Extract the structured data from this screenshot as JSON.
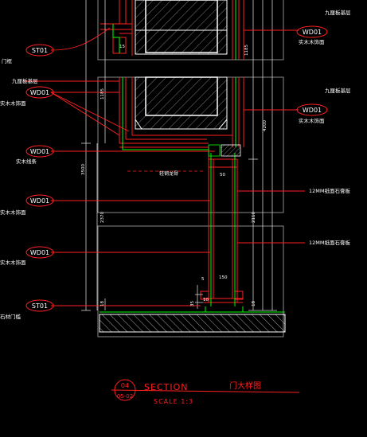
{
  "tags": {
    "st01_top": "ST01",
    "wd01_a": "WD01",
    "wd01_b": "WD01",
    "wd01_c": "WD01",
    "wd01_d": "WD01",
    "st01_bottom": "ST01",
    "wd01_right": "WD01"
  },
  "notes_left": {
    "door_frame": "门框",
    "nine_ply_base": "九厘板基层",
    "veneer_1": "实木木饰面",
    "solid_wood_line": "实木线条",
    "veneer_2": "实木木饰面",
    "veneer_3": "实木木饰面",
    "stone_threshold": "石材门槛"
  },
  "notes_right": {
    "nine_ply_base_top": "九厘板基层",
    "veneer_top": "实木木饰面",
    "nine_ply_base_mid": "九厘板基层",
    "veneer_mid": "实木木饰面",
    "gypsum_12mm_a": "12MM纸面石膏板",
    "gypsum_12mm_b": "12MM纸面石膏板"
  },
  "dimensions": {
    "d15": "15",
    "d1185": "1185",
    "d1185b": "1185",
    "d3500": "3500",
    "d2370": "2370",
    "d4200": "4200",
    "d2110": "2110",
    "d18": "18",
    "d18b": "18",
    "d50": "50",
    "d5": "5",
    "d10": "10",
    "d150": "150",
    "d35": "35"
  },
  "center_label": "轻钢龙骨",
  "title_block": {
    "number": "04",
    "sheet": "05-02",
    "section": "SECTION",
    "scale": "SCALE 1:3",
    "name": "门大样图"
  },
  "colors": {
    "background": "#000000",
    "red": "#ff2020",
    "white": "#ffffff",
    "green": "#00ff00",
    "gray": "#9a9a9a"
  }
}
